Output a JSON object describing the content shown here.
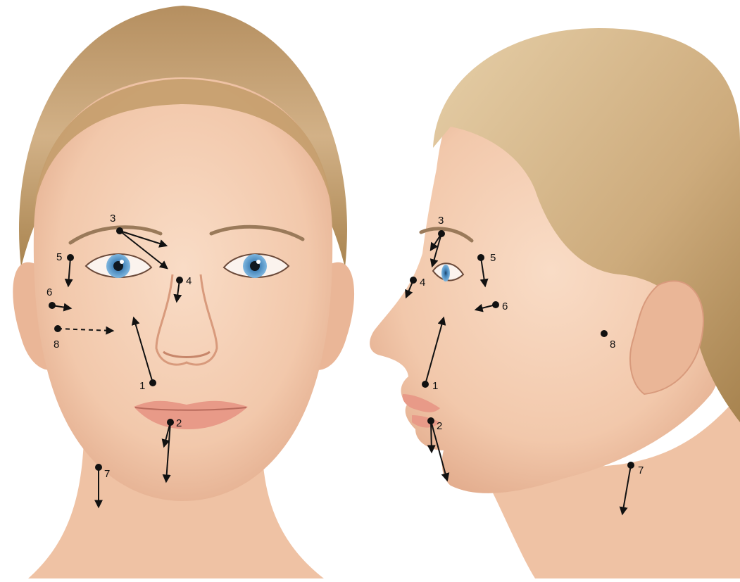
{
  "front_view": {
    "points": [
      {
        "id": "1",
        "label": "1"
      },
      {
        "id": "2",
        "label": "2"
      },
      {
        "id": "3",
        "label": "3"
      },
      {
        "id": "4",
        "label": "4"
      },
      {
        "id": "5",
        "label": "5"
      },
      {
        "id": "6",
        "label": "6"
      },
      {
        "id": "7",
        "label": "7"
      },
      {
        "id": "8",
        "label": "8"
      }
    ]
  },
  "profile_view": {
    "points": [
      {
        "id": "1",
        "label": "1"
      },
      {
        "id": "2",
        "label": "2"
      },
      {
        "id": "3",
        "label": "3"
      },
      {
        "id": "4",
        "label": "4"
      },
      {
        "id": "5",
        "label": "5"
      },
      {
        "id": "6",
        "label": "6"
      },
      {
        "id": "7",
        "label": "7"
      },
      {
        "id": "8",
        "label": "8"
      }
    ]
  },
  "colors": {
    "skin": "#f4cfb4",
    "skin_shadow": "#e7b394",
    "hair": "#c9a474",
    "hair_light": "#e1c69e",
    "iris": "#4f93c9",
    "lips": "#e89a88",
    "marker": "#111111"
  }
}
